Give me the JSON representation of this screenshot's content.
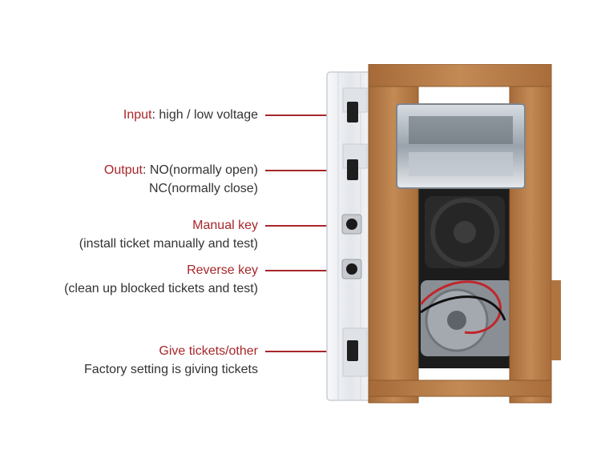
{
  "callouts": {
    "input": {
      "title": "Input",
      "sep": ":",
      "desc": " high / low voltage"
    },
    "output": {
      "title": "Output",
      "sep": ":",
      "desc": " NO(normally open)",
      "desc2": "NC(normally close)"
    },
    "manual": {
      "title": "Manual key",
      "desc": "(install ticket manually and test)"
    },
    "reverse": {
      "title": "Reverse key",
      "desc": "(clean up blocked tickets and test)"
    },
    "give": {
      "title": "Give tickets/other",
      "desc": "Factory setting is giving tickets"
    }
  },
  "colors": {
    "accent": "#a8262a",
    "text": "#333333",
    "frame": "#b57a45",
    "clear_plastic": "#eef0f3"
  }
}
